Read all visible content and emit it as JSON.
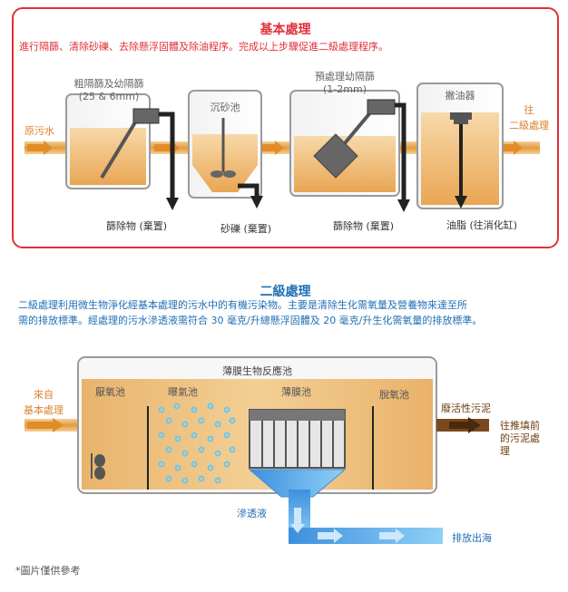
{
  "basic": {
    "title": "基本處理",
    "description": "進行隔篩、清除砂礫、去除懸浮固體及除油程序。完成以上步驟促進二級處理程序。",
    "inlet_label": "原污水",
    "outlet_label_1": "往",
    "outlet_label_2": "二級處理",
    "units": [
      {
        "name": "粗隔篩及幼隔篩",
        "spec": "(25 & 6mm)",
        "output": "篩除物 (棄置)"
      },
      {
        "name": "沉砂池",
        "spec": "",
        "output": "砂礫 (棄置)"
      },
      {
        "name": "預處理幼隔篩",
        "spec": "(1-2mm)",
        "output": "篩除物 (棄置)"
      },
      {
        "name": "撇油器",
        "spec": "",
        "output": "油脂 (往消化缸)"
      }
    ]
  },
  "secondary": {
    "title": "二級處理",
    "description_1": "二級處理利用微生物淨化經基本處理的污水中的有機污染物。主要是清除生化需氧量及營養物來達至所",
    "description_2": "需的排放標準。經處理的污水滲透液需符合 30 毫克/升總懸浮固體及 20 毫克/升生化需氧量的排放標準。",
    "inlet_label_1": "來自",
    "inlet_label_2": "基本處理",
    "reactor_label": "薄膜生物反應池",
    "zones": [
      "厭氧池",
      "曝氣池",
      "薄膜池",
      "脫氧池"
    ],
    "sludge_label": "廢活性污泥",
    "sludge_dest_1": "往推填前",
    "sludge_dest_2": "的污泥處",
    "sludge_dest_3": "理",
    "permeate_label": "滲透液",
    "discharge_label": "排放出海"
  },
  "note": "*圖片僅供參考",
  "colors": {
    "basic_border": "#e0303a",
    "secondary_border": "#2b86c6",
    "basic_text": "#e0303a",
    "secondary_text": "#1f6fb5",
    "flow_orange": "#e8a040",
    "water_blue": "#5ab0e8"
  }
}
